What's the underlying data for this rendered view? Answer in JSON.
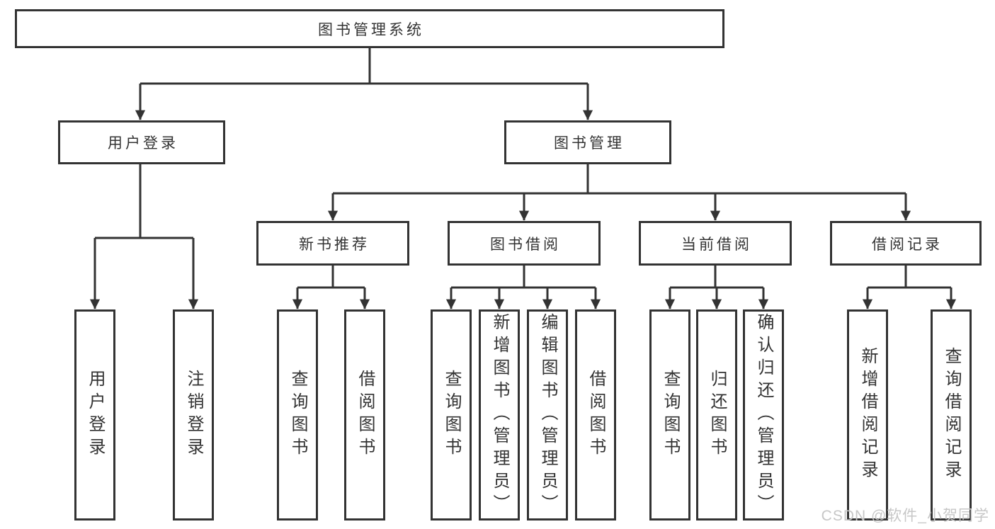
{
  "diagram": {
    "root_label": "图书管理系统",
    "level2": {
      "user_login": "用户登录",
      "book_management": "图书管理"
    },
    "level3": {
      "new_book_recommend": "新书推荐",
      "book_borrow": "图书借阅",
      "current_borrow": "当前借阅",
      "borrow_records": "借阅记录"
    },
    "leaves": {
      "user_login": [
        "用户登录",
        "注销登录"
      ],
      "new_book_recommend": [
        "查询图书",
        "借阅图书"
      ],
      "book_borrow": [
        "查询图书",
        "新增图书（管理员）",
        "编辑图书（管理员）",
        "借阅图书"
      ],
      "current_borrow": [
        "查询图书",
        "归还图书",
        "确认归还（管理员）"
      ],
      "borrow_records": [
        "新增借阅记录",
        "查询借阅记录"
      ]
    }
  },
  "watermark": {
    "text": "CSDN @软件_小贺同学"
  },
  "colors": {
    "line": "#333333",
    "text": "#333333",
    "box_border": "#333333",
    "box_background": "#ffffff",
    "page_background": "#ffffff",
    "watermark": "#c7c7c7"
  }
}
